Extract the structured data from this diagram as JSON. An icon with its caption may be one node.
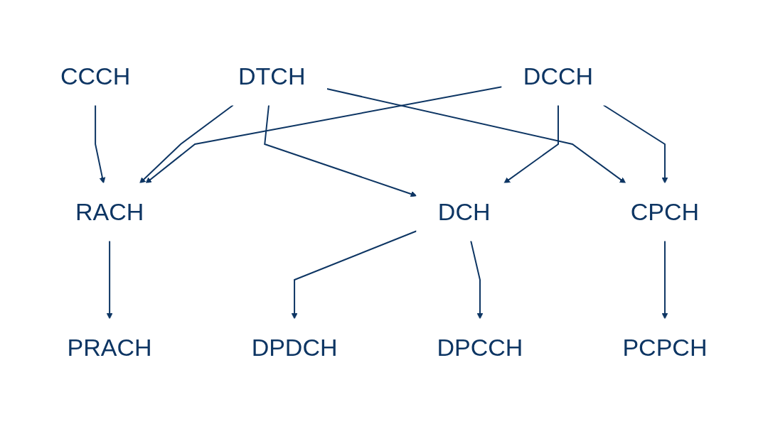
{
  "diagram": {
    "nodes": [
      {
        "text": [
          "CCCH"
        ]
      },
      {
        "text": [
          "DTCH"
        ]
      },
      {
        "text": [
          "DCCH"
        ]
      },
      {
        "text": [
          "RACH"
        ]
      },
      {
        "text": [
          "DCH"
        ]
      },
      {
        "text": [
          "CPCH"
        ]
      },
      {
        "text": [
          "PRACH"
        ]
      },
      {
        "text": [
          "DPDCH"
        ]
      },
      {
        "text": [
          "DPCCH"
        ]
      },
      {
        "text": [
          "PCPCH"
        ]
      }
    ],
    "edges": [
      {
        "from": 0,
        "to": 3,
        "arrow": "to"
      },
      {
        "from": 1,
        "to": 3,
        "arrow": "to"
      },
      {
        "from": 1,
        "to": 4,
        "arrow": "to"
      },
      {
        "from": 1,
        "to": 5,
        "arrow": "to"
      },
      {
        "from": 2,
        "to": 3,
        "arrow": "to"
      },
      {
        "from": 2,
        "to": 4,
        "arrow": "to"
      },
      {
        "from": 2,
        "to": 5,
        "arrow": "to"
      },
      {
        "from": 3,
        "to": 6,
        "arrow": "to"
      },
      {
        "from": 4,
        "to": 7,
        "arrow": "to"
      },
      {
        "from": 4,
        "to": 8,
        "arrow": "to"
      },
      {
        "from": 5,
        "to": 9,
        "arrow": "to"
      }
    ]
  }
}
